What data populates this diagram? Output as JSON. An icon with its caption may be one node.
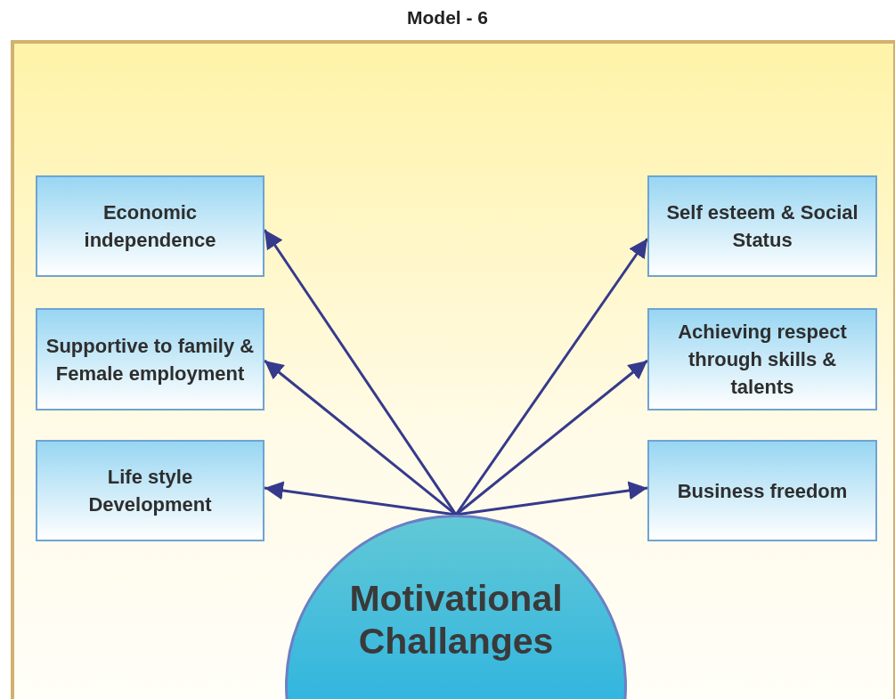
{
  "diagram": {
    "title": "Model - 6",
    "nodes": [
      {
        "text": [
          "Economic independence"
        ]
      },
      {
        "text": [
          "Self esteem & Social Status"
        ]
      },
      {
        "text": [
          "Supportive to family & Female employment"
        ]
      },
      {
        "text": [
          "Achieving respect through skills & talents"
        ]
      },
      {
        "text": [
          "Life style Development"
        ]
      },
      {
        "text": [
          "Business freedom"
        ]
      },
      {
        "text": [
          "Motivational Challanges"
        ]
      }
    ],
    "edges": [
      {
        "from": 6,
        "to": 0,
        "arrow": "to"
      },
      {
        "from": 6,
        "to": 1,
        "arrow": "to"
      },
      {
        "from": 6,
        "to": 2,
        "arrow": "to"
      },
      {
        "from": 6,
        "to": 3,
        "arrow": "to"
      },
      {
        "from": 6,
        "to": 4,
        "arrow": "to"
      },
      {
        "from": 6,
        "to": 5,
        "arrow": "to"
      }
    ]
  }
}
